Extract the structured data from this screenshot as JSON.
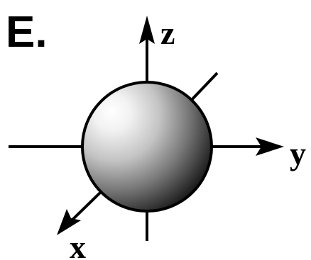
{
  "panel_label": "E.",
  "axes": {
    "z": "z",
    "y": "y",
    "x": "x"
  },
  "colors": {
    "ink": "#000000",
    "background": "#ffffff",
    "sphere_highlight": "#ffffff",
    "sphere_mid": "#a8a8a8",
    "sphere_shadow": "#1a1a1a"
  }
}
